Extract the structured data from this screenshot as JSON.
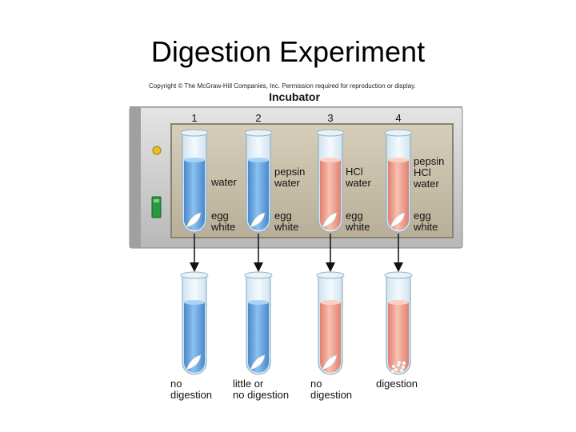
{
  "title": "Digestion Experiment",
  "copyright": "Copyright © The McGraw-Hill Companies, Inc. Permission required for reproduction or display.",
  "incubator_label": "Incubator",
  "tubes": [
    {
      "number": "1",
      "contents": [
        "water"
      ],
      "solid": [
        "egg",
        "white"
      ],
      "result": [
        "no",
        "digestion"
      ],
      "liquid": "blue"
    },
    {
      "number": "2",
      "contents": [
        "pepsin",
        "water"
      ],
      "solid": [
        "egg",
        "white"
      ],
      "result": [
        "little or",
        "no digestion"
      ],
      "liquid": "blue"
    },
    {
      "number": "3",
      "contents": [
        "HCl",
        "water"
      ],
      "solid": [
        "egg",
        "white"
      ],
      "result": [
        "no",
        "digestion"
      ],
      "liquid": "pink"
    },
    {
      "number": "4",
      "contents": [
        "pepsin",
        "HCl",
        "water"
      ],
      "solid": [
        "egg",
        "white"
      ],
      "result": [
        "digestion"
      ],
      "liquid": "pink"
    }
  ],
  "colors": {
    "blue_liquid": "#6aa8e0",
    "pink_liquid": "#f0a090",
    "incubator_body": "#c8c8c8",
    "incubator_window": "#c2b8a2",
    "indicator_yellow": "#e8c020",
    "indicator_green": "#2a9a40"
  }
}
